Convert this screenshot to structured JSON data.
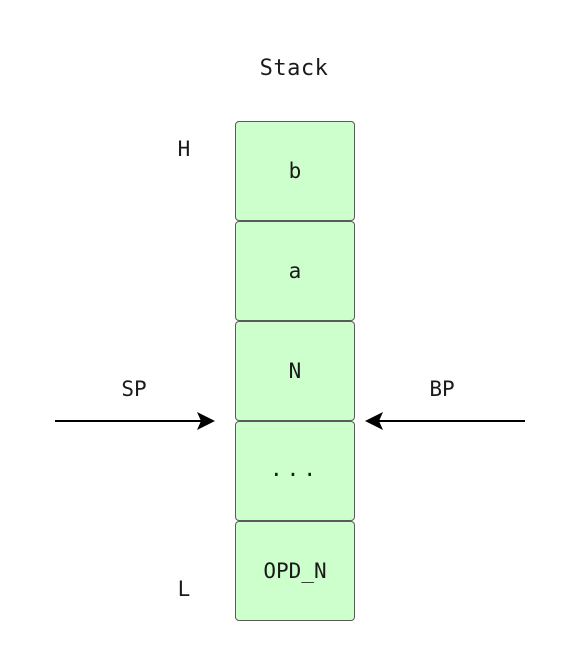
{
  "diagram": {
    "title": "Stack",
    "high_label": "H",
    "low_label": "L",
    "left_pointer": "SP",
    "right_pointer": "BP",
    "cells": [
      {
        "label": "b"
      },
      {
        "label": "a"
      },
      {
        "label": "N"
      },
      {
        "label": "..."
      },
      {
        "label": "OPD_N"
      }
    ],
    "colors": {
      "cell_fill": "#ccffcc",
      "cell_border": "#5a5a5a",
      "arrow": "#000000"
    }
  }
}
